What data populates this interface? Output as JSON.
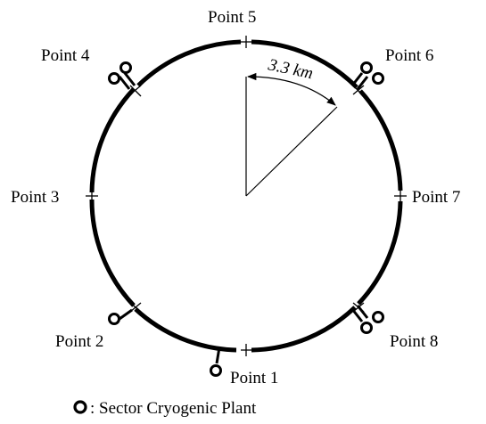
{
  "diagram": {
    "points": [
      {
        "id": "point-1",
        "label": "Point 1"
      },
      {
        "id": "point-2",
        "label": "Point 2"
      },
      {
        "id": "point-3",
        "label": "Point 3"
      },
      {
        "id": "point-4",
        "label": "Point 4"
      },
      {
        "id": "point-5",
        "label": "Point 5"
      },
      {
        "id": "point-6",
        "label": "Point 6"
      },
      {
        "id": "point-7",
        "label": "Point 7"
      },
      {
        "id": "point-8",
        "label": "Point 8"
      }
    ],
    "radius_annotation": "3.3 km",
    "legend": {
      "symbol": "cryogenic-plant-icon",
      "text": ": Sector Cryogenic Plant"
    }
  }
}
